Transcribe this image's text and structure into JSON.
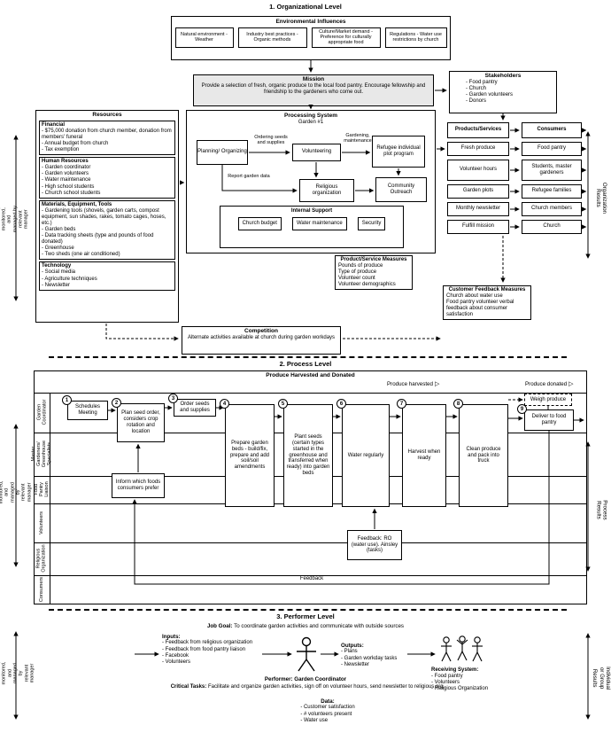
{
  "icons": {
    "open_arrow": "▷"
  },
  "org": {
    "title": "1. Organizational Level",
    "env": {
      "title": "Environmental Influences",
      "items": [
        "Natural environment - Weather",
        "Industry best practices - Organic methods",
        "Culture/Market demand - Preference for culturally appropriate food",
        "Regulations - Water use restrictions by church"
      ]
    },
    "mission": {
      "title": "Mission",
      "text": "Provide a selection of fresh, organic produce to the local food pantry. Encourage fellowship and friendship to the gardeners who come out."
    },
    "stakeholders": {
      "title": "Stakeholders",
      "items": [
        "- Food pantry",
        "- Church",
        "- Garden volunteers",
        "- Donors"
      ]
    },
    "resources": {
      "title": "Resources",
      "sections": [
        {
          "title": "Financial",
          "items": [
            "- $75,000 donation from church member, donation from members' funeral",
            "- Annual budget from church",
            "- Tax exemption"
          ]
        },
        {
          "title": "Human Resources",
          "items": [
            "- Garden coordinator",
            "- Garden volunteers",
            "- Water maintenance",
            "- High school students",
            "- Church school students"
          ]
        },
        {
          "title": "Materials, Equipment, Tools",
          "items": [
            "- Gardening tools (shovels, garden carts, compost equipment, sun shades, rakes, tomato cages, hoses, etc.)",
            "- Garden beds",
            "- Data tracking sheets (type and pounds of food donated)",
            "- Greenhouse",
            "- Two sheds (one air conditioned)"
          ]
        },
        {
          "title": "Technology",
          "items": [
            "- Social media",
            "- Agriculture techniques",
            "- Newsletter"
          ]
        }
      ]
    },
    "processing": {
      "title": "Processing System",
      "subtitle": "Garden #1",
      "planning": "Planning/ Organizing",
      "volunteering": "Volunteering",
      "refugee": "Refugee individual plot program",
      "ordering": "Ordering seeds and supplies",
      "gardening": "Gardening, maintenance",
      "report": "Report garden data",
      "religious": "Religious organization",
      "community": "Community Outreach",
      "internal": {
        "title": "Internal Support",
        "items": [
          "Church budget",
          "Water maintenance",
          "Security"
        ]
      }
    },
    "table": {
      "headers": [
        "Products/Services",
        "Consumers"
      ],
      "rows": [
        [
          "Fresh produce",
          "Food pantry"
        ],
        [
          "Volunteer hours",
          "Students, master gardeners"
        ],
        [
          "Garden plots",
          "Refugee families"
        ],
        [
          "Monthly newsletter",
          "Church members"
        ],
        [
          "Fulfill mission",
          "Church"
        ]
      ]
    },
    "ps_measures": {
      "title": "Product/Service Measures",
      "items": [
        "Pounds of produce",
        "Type of produce",
        "Volunteer count",
        "Volunteer demographics"
      ]
    },
    "cf_measures": {
      "title": "Customer Feedback Measures",
      "items": [
        "Church about water use",
        "Food pantry volunteer verbal feedback about consumer satisfaction"
      ]
    },
    "competition": {
      "title": "Competition",
      "text": "Alternate activities available at church during garden workdays"
    },
    "left_label": "Organization results measured, monitored, and managed by relevant manager",
    "right_label": "Organization Results"
  },
  "process": {
    "title": "2. Process Level",
    "header": "Produce Harvested and Donated",
    "harvested": "Produce harvested",
    "donated": "Produce donated",
    "lanes": [
      "Garden Coordinator",
      "Master Gardeners/ Greenhouse Specialists",
      "Food Pantry Liaison",
      "Volunteers",
      "Religious Organization",
      "Consumers"
    ],
    "steps": [
      {
        "num": "1",
        "label": "Schedules Meeting"
      },
      {
        "num": "2",
        "label": "Plan seed order, considers crop rotation and location"
      },
      {
        "num": "3",
        "label": "Order seeds and supplies"
      },
      {
        "num": "4",
        "label": "Prepare garden beds - build/fix, prepare and add soil/soil amendments"
      },
      {
        "num": "5",
        "label": "Plant seeds (certain types started in the greenhouse and transferred when ready) into garden beds"
      },
      {
        "num": "6",
        "label": "Water regularly"
      },
      {
        "num": "7",
        "label": "Harvest when ready"
      },
      {
        "num": "8",
        "label": "Clean produce and pack into truck"
      },
      {
        "num": "9",
        "label": "Deliver to food pantry"
      }
    ],
    "weigh": "Weigh produce",
    "inform": "Inform which foods consumers prefer",
    "feedback_ro": "Feedback: RO (water use). Ainsley (tasks)",
    "feedback": "Feedback",
    "left_label": "Process results measured, monitored, and managed by relevant manager",
    "right_label": "Process Results"
  },
  "performer": {
    "title": "3. Performer Level",
    "job_goal_label": "Job Goal:",
    "job_goal": "To coordinate garden activities and communicate with outside sources",
    "inputs_title": "Inputs:",
    "inputs": [
      "- Feedback from religious organization",
      "- Feedback from food pantry liaison",
      "- Facebook",
      "- Volunteers"
    ],
    "outputs_title": "Outputs:",
    "outputs": [
      "- Plans",
      "- Garden workday tasks",
      "- Newsletter"
    ],
    "receiving_title": "Receiving System:",
    "receiving": [
      "- Food pantry",
      "- Volunteers",
      "- Religious Organization"
    ],
    "performer": "Performer: Garden Coordinator",
    "tasks_label": "Critical Tasks:",
    "tasks": "Facilitate and organize garden activities, sign off on volunteer hours, send newsletter to religious org.",
    "data_label": "Data:",
    "data_items": [
      "- Customer satisfaction",
      "- # volunteers present",
      "- Water use"
    ],
    "left_label": "Individual or group results measured, monitored, and managed by relevant manager",
    "right_label": "Individual or Group Results"
  }
}
